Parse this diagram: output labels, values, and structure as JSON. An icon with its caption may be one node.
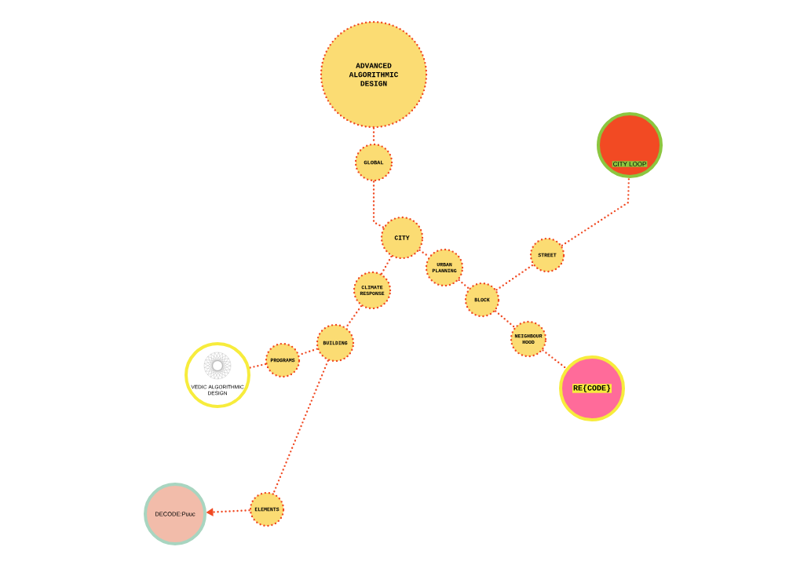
{
  "diagram": {
    "nodes": [
      {
        "text": [
          "ADVANCED ALGORITHMIC DESIGN"
        ]
      },
      {
        "text": [
          "GLOBAL"
        ]
      },
      {
        "text": [
          "CITY"
        ]
      },
      {
        "text": [
          "URBAN PLANNING"
        ]
      },
      {
        "text": [
          "CLIMATE RESPONSE"
        ]
      },
      {
        "text": [
          "BLOCK"
        ]
      },
      {
        "text": [
          "STREET"
        ]
      },
      {
        "text": [
          "CITY LOOP"
        ]
      },
      {
        "text": [
          "NEIGHBOUR HOOD"
        ]
      },
      {
        "text": [
          "RE{CODE}"
        ]
      },
      {
        "text": [
          "BUILDING"
        ]
      },
      {
        "text": [
          "PROGRAMS"
        ]
      },
      {
        "text": [
          "VEDIC ALGORITHMIC DESIGN"
        ]
      },
      {
        "text": [
          "ELEMENTS"
        ]
      },
      {
        "text": [
          "DECODE:Puuc"
        ]
      }
    ],
    "edges": [
      {
        "from": 0,
        "to": 1,
        "arrow": "none"
      },
      {
        "from": 1,
        "to": 2,
        "arrow": "none"
      },
      {
        "from": 2,
        "to": 3,
        "arrow": "none"
      },
      {
        "from": 3,
        "to": 5,
        "arrow": "none"
      },
      {
        "from": 5,
        "to": 6,
        "arrow": "none"
      },
      {
        "from": 6,
        "to": 7,
        "arrow": "none"
      },
      {
        "from": 5,
        "to": 8,
        "arrow": "none"
      },
      {
        "from": 8,
        "to": 9,
        "arrow": "none"
      },
      {
        "from": 2,
        "to": 4,
        "arrow": "none"
      },
      {
        "from": 4,
        "to": 10,
        "arrow": "none"
      },
      {
        "from": 10,
        "to": 11,
        "arrow": "none"
      },
      {
        "from": 11,
        "to": 12,
        "arrow": "none"
      },
      {
        "from": 10,
        "to": 13,
        "arrow": "none"
      },
      {
        "from": 13,
        "to": 14,
        "arrow": "to"
      }
    ]
  }
}
